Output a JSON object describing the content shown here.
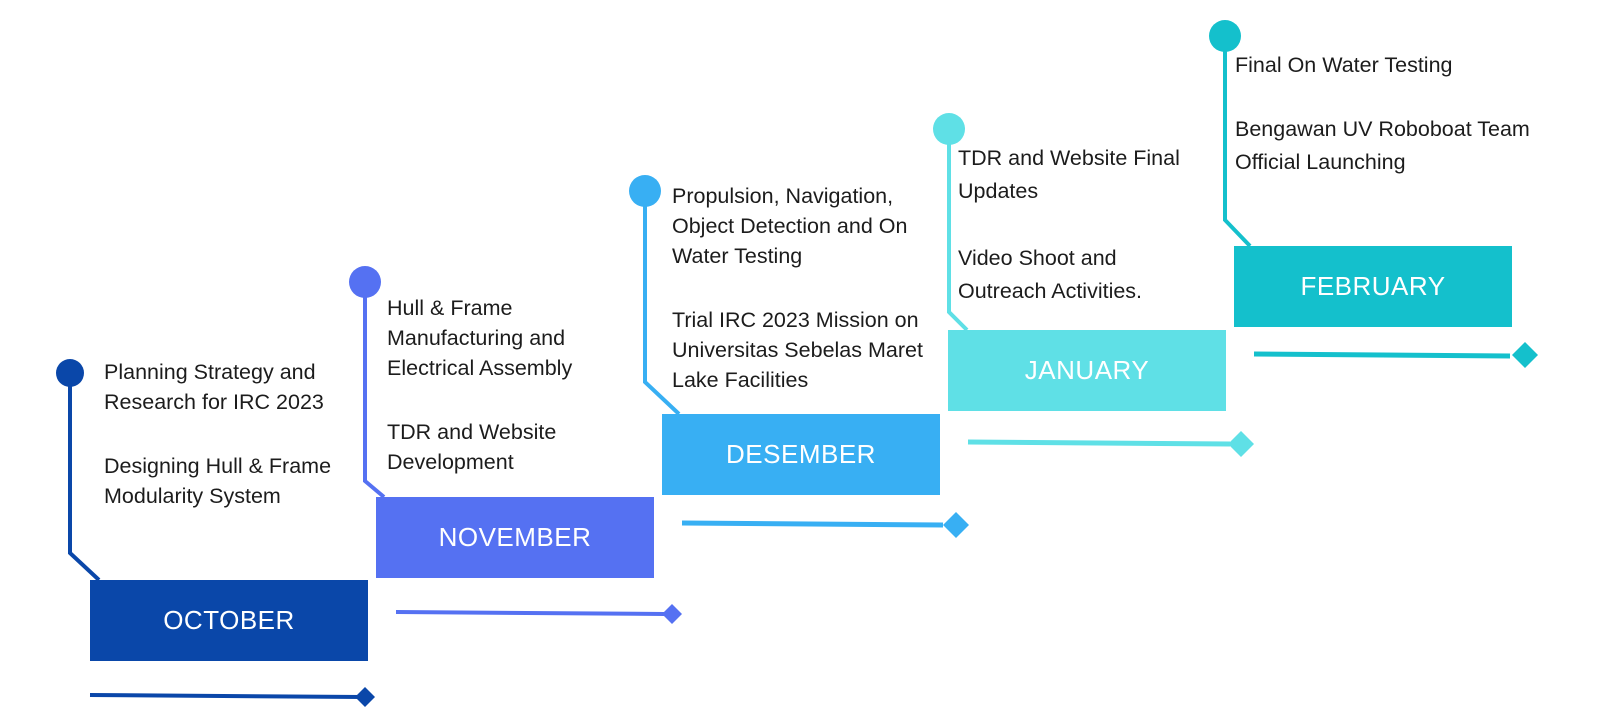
{
  "colors": {
    "october": "#0a47a9",
    "november": "#5571f2",
    "desember": "#38aff3",
    "january": "#5fe0e6",
    "february": "#14c0cc"
  },
  "months": [
    {
      "label": "OCTOBER",
      "items": [
        "Planning Strategy and Research for IRC 2023",
        "Designing Hull & Frame Modularity System"
      ]
    },
    {
      "label": "NOVEMBER",
      "items": [
        "Hull & Frame Manufacturing and Electrical Assembly",
        "TDR and Website Development"
      ]
    },
    {
      "label": "DESEMBER",
      "items": [
        "Propulsion, Navigation, Object Detection and On Water Testing",
        "Trial IRC 2023 Mission on Universitas Sebelas Maret Lake Facilities"
      ]
    },
    {
      "label": "JANUARY",
      "items": [
        "TDR and Website Final Updates",
        "Video Shoot and Outreach Activities."
      ]
    },
    {
      "label": "FEBRUARY",
      "items": [
        "Final On Water Testing",
        "Bengawan UV Roboboat Team Official Launching"
      ]
    }
  ]
}
